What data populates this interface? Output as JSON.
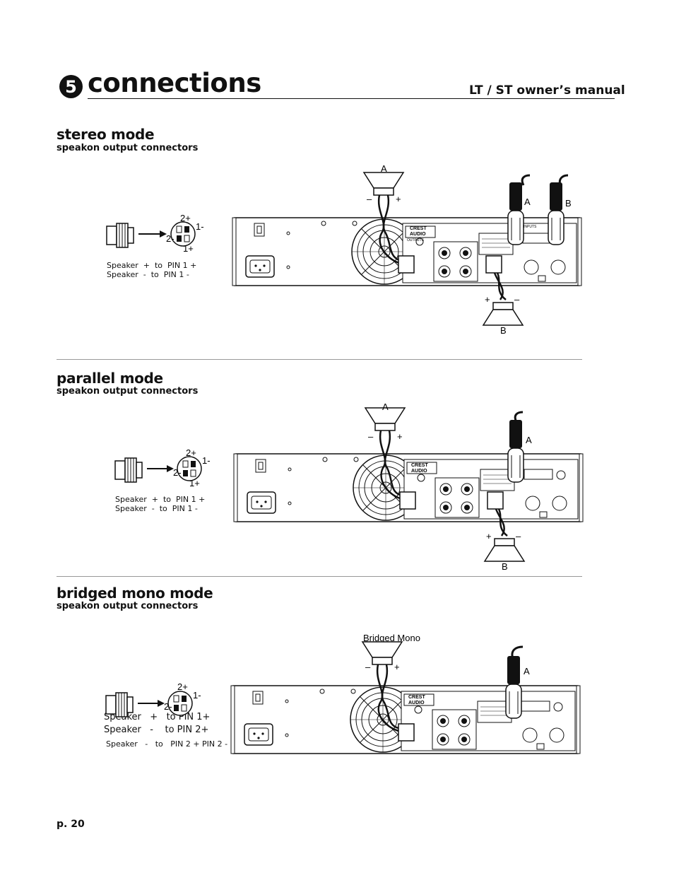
{
  "header": {
    "chapter_number": "5",
    "chapter_title": "connections",
    "manual_title": "LT / ST owner’s manual"
  },
  "sections": [
    {
      "title": "stereo mode",
      "subtitle": "speakon output connectors",
      "pin_text": "Speaker  +  to  PIN 1 +\nSpeaker  -  to  PIN 1 -",
      "labels": {
        "speaker_a": "A",
        "speaker_b": "B",
        "xlr_a": "A",
        "xlr_b": "B",
        "plus": "+",
        "minus": "–"
      },
      "speakon_pins": [
        "2+",
        "1-",
        "2-",
        "1+"
      ]
    },
    {
      "title": "parallel mode",
      "subtitle": "speakon output connectors",
      "pin_text": "Speaker  +  to  PIN 1 +\nSpeaker  -  to  PIN 1 -",
      "labels": {
        "speaker_a": "A",
        "speaker_b": "B",
        "xlr_a": "A",
        "plus": "+",
        "minus": "–"
      },
      "speakon_pins": [
        "2+",
        "1-",
        "2-",
        "1+"
      ]
    },
    {
      "title": "bridged mono mode",
      "subtitle": "speakon output connectors",
      "pin_text_line1": "Speaker   +   to PIN 1+",
      "pin_text_line2": "Speaker   -    to PIN 2+",
      "pin_text_line3": "Speaker   -   to   PIN 2 + PIN 2 -",
      "labels": {
        "bridged": "Bridged Mono",
        "xlr_a": "A",
        "plus": "+",
        "minus": "–"
      },
      "speakon_pins": [
        "2+",
        "1-",
        "2-",
        "1+"
      ]
    }
  ],
  "amp_panel": {
    "brand_line1": "CREST",
    "brand_line2": "AUDIO",
    "outputs_label": "OUTPUTS",
    "inputs_label": "INPUTS"
  },
  "footer": {
    "page_number": "p. 20"
  }
}
